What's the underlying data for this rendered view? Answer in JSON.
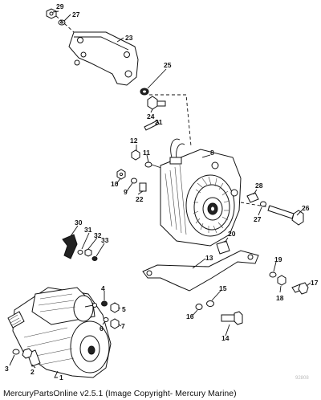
{
  "callouts": [
    "29",
    "27",
    "23",
    "25",
    "24",
    "21",
    "12",
    "11",
    "8",
    "10",
    "9",
    "22",
    "28",
    "27",
    "26",
    "20",
    "30",
    "31",
    "32",
    "33",
    "13",
    "19",
    "17",
    "18",
    "4",
    "5",
    "15",
    "16",
    "6",
    "7",
    "14",
    "3",
    "2",
    "1"
  ],
  "footer": {
    "text": "MercuryPartsOnline v2.5.1 (Image Copyright- Mercury Marine)"
  },
  "watermark": {
    "text": "92808"
  }
}
